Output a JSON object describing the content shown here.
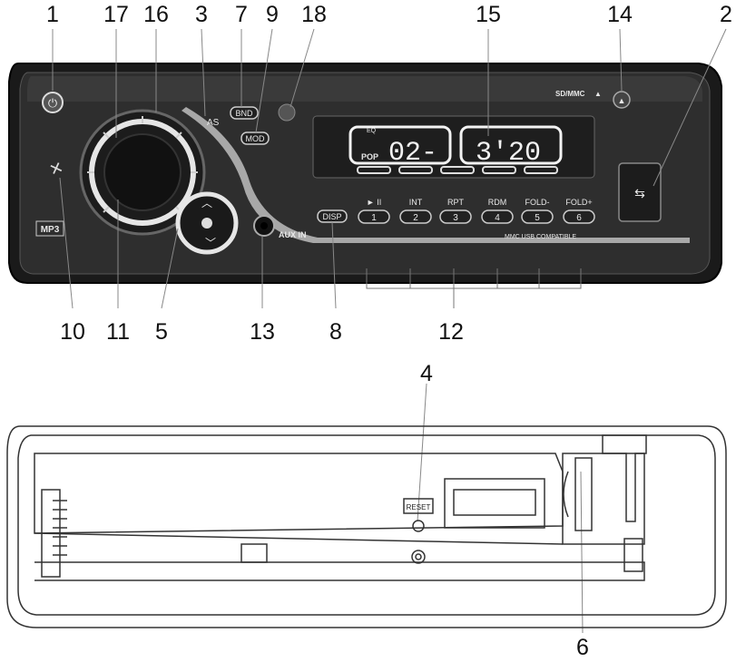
{
  "callouts_front": [
    "1",
    "17",
    "16",
    "3",
    "7",
    "9",
    "18",
    "15",
    "14",
    "2",
    "10",
    "11",
    "5",
    "13",
    "8",
    "12"
  ],
  "callouts_back": [
    "4",
    "6"
  ],
  "front_panel": {
    "sd_label": "SD/MMC",
    "button_band": "BND",
    "button_mod": "MOD",
    "button_disp": "DISP",
    "button_as": "AS",
    "aux_label": "AUX IN",
    "mp3_label": "MP3",
    "display_left": "02-",
    "display_right": "3'20",
    "display_tag": "POP",
    "display_eq": "EQ",
    "usb_compat": "MMC USB COMPATIBLE",
    "preset_labels": [
      "► II",
      "INT",
      "RPT",
      "RDM",
      "FOLD-",
      "FOLD+"
    ],
    "preset_numbers": [
      "1",
      "2",
      "3",
      "4",
      "5",
      "6"
    ]
  },
  "back_panel": {
    "reset_label": "RESET"
  },
  "colors": {
    "panel": "#2b2b2b",
    "panel_dark": "#151515",
    "highlight": "#d9d9d9",
    "display_glow": "#f2f2f2"
  }
}
